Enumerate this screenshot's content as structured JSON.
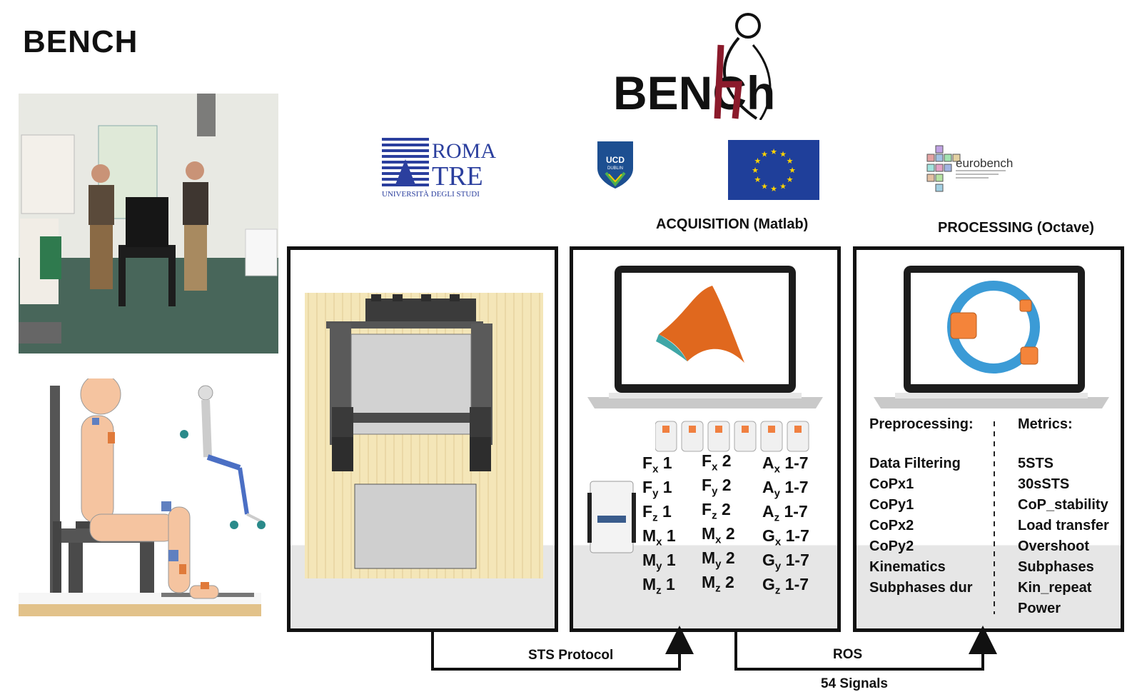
{
  "title": "BENCH",
  "logos": {
    "bench": "BENCh",
    "roma_top": "ROMA",
    "roma_bottom": "TRE",
    "roma_caption": "UNIVERSITÀ DEGLI STUDI",
    "ucd": "UCD",
    "ucd_sub": "DUBLIN",
    "eurobench": "eurobench"
  },
  "headers": {
    "acquisition": "ACQUISITION (Matlab)",
    "processing": "PROCESSING (Octave)"
  },
  "signals": {
    "col1": [
      {
        "base": "F",
        "sub": "x",
        "num": "1"
      },
      {
        "base": "F",
        "sub": "y",
        "num": "1"
      },
      {
        "base": "F",
        "sub": "z",
        "num": "1"
      },
      {
        "base": "M",
        "sub": "x",
        "num": "1"
      },
      {
        "base": "M",
        "sub": "y",
        "num": "1"
      },
      {
        "base": "M",
        "sub": "z",
        "num": "1"
      }
    ],
    "col2": [
      {
        "base": "F",
        "sub": "x",
        "num": "2"
      },
      {
        "base": "F",
        "sub": "y",
        "num": "2"
      },
      {
        "base": "F",
        "sub": "z",
        "num": "2"
      },
      {
        "base": "M",
        "sub": "x",
        "num": "2"
      },
      {
        "base": "M",
        "sub": "y",
        "num": "2"
      },
      {
        "base": "M",
        "sub": "z",
        "num": "2"
      }
    ],
    "col3": [
      {
        "base": "A",
        "sub": "x",
        "num": "1-7"
      },
      {
        "base": "A",
        "sub": "y",
        "num": "1-7"
      },
      {
        "base": "A",
        "sub": "z",
        "num": "1-7"
      },
      {
        "base": "G",
        "sub": "x",
        "num": "1-7"
      },
      {
        "base": "G",
        "sub": "y",
        "num": "1-7"
      },
      {
        "base": "G",
        "sub": "z",
        "num": "1-7"
      }
    ]
  },
  "processing": {
    "pre_title": "Preprocessing:",
    "pre_items": [
      "Data Filtering",
      "CoPx1",
      "CoPy1",
      "CoPx2",
      "CoPy2",
      "Kinematics",
      "Subphases dur"
    ],
    "met_title": "Metrics:",
    "met_items": [
      "5STS",
      "30sSTS",
      "CoP_stability",
      "Load transfer",
      "Overshoot",
      "Subphases",
      "Kin_repeat",
      "Power"
    ]
  },
  "flow": {
    "sts_protocol": "STS Protocol",
    "ros": "ROS",
    "signals_count": "54 Signals"
  },
  "colors": {
    "bench_red": "#8b1a2b",
    "roma_blue": "#2b3f9e",
    "eu_blue": "#1f3f9a",
    "eu_star": "#ffd400",
    "matlab_orange": "#e0681e",
    "octave_blue": "#3b9bd6",
    "octave_orange": "#f4843a",
    "skin": "#f5c4a0",
    "wood": "#f4e6b8"
  }
}
